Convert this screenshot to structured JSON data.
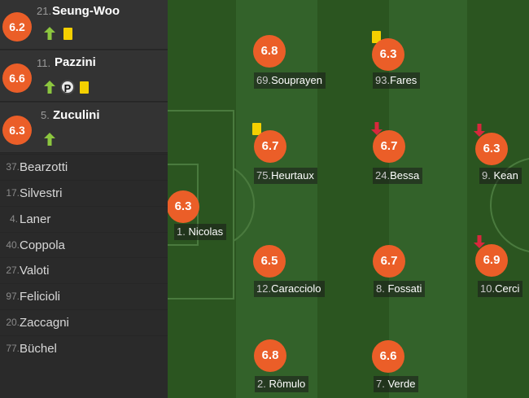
{
  "colors": {
    "rating": "#eb5e28",
    "pitch_dark": "#2b5520",
    "pitch_light": "#33622a",
    "panel": "#2a2a2a",
    "yellow_card": "#f4d000",
    "sub_in": "#8cc63f",
    "sub_out": "#d8283c"
  },
  "subs": [
    {
      "rating": "6.2",
      "number": "21.",
      "name": "Seung-Woo",
      "icons": [
        "sub-in-arrow",
        "yellow-card"
      ]
    },
    {
      "rating": "6.6",
      "number": "11.",
      "name": "Pazzini",
      "icons": [
        "sub-in-arrow",
        "penalty-badge",
        "yellow-card"
      ],
      "badge_letter": "P"
    },
    {
      "rating": "6.3",
      "number": "5.",
      "name": "Zuculini",
      "icons": [
        "sub-in-arrow"
      ]
    }
  ],
  "bench": [
    {
      "number": "37.",
      "name": "Bearzotti"
    },
    {
      "number": "17.",
      "name": "Silvestri"
    },
    {
      "number": "4.",
      "name": "Laner"
    },
    {
      "number": "40.",
      "name": "Coppola"
    },
    {
      "number": "27.",
      "name": "Valoti"
    },
    {
      "number": "97.",
      "name": "Felicioli"
    },
    {
      "number": "20.",
      "name": "Zaccagni"
    },
    {
      "number": "77.",
      "name": "Büchel"
    }
  ],
  "players": [
    {
      "id": "nicolas",
      "rating": "6.3",
      "number": "1.",
      "name": "Nicolas",
      "events": []
    },
    {
      "id": "souprayen",
      "rating": "6.8",
      "number": "69.",
      "name": "Souprayen",
      "events": []
    },
    {
      "id": "heurtaux",
      "rating": "6.7",
      "number": "75.",
      "name": "Heurtaux",
      "events": [
        "yellow-card"
      ]
    },
    {
      "id": "caracciolo",
      "rating": "6.5",
      "number": "12.",
      "name": "Caracciolo",
      "events": []
    },
    {
      "id": "romulo",
      "rating": "6.8",
      "number": "2.",
      "name": "Rômulo",
      "events": []
    },
    {
      "id": "fares",
      "rating": "6.3",
      "number": "93.",
      "name": "Fares",
      "events": [
        "yellow-card"
      ]
    },
    {
      "id": "bessa",
      "rating": "6.7",
      "number": "24.",
      "name": "Bessa",
      "events": [
        "sub-out-arrow"
      ]
    },
    {
      "id": "fossati",
      "rating": "6.7",
      "number": "8.",
      "name": "Fossati",
      "events": []
    },
    {
      "id": "verde",
      "rating": "6.6",
      "number": "7.",
      "name": "Verde",
      "events": []
    },
    {
      "id": "kean",
      "rating": "6.3",
      "number": "9.",
      "name": "Kean",
      "events": [
        "sub-out-arrow"
      ]
    },
    {
      "id": "cerci",
      "rating": "6.9",
      "number": "10.",
      "name": "Cerci",
      "events": [
        "sub-out-arrow"
      ]
    }
  ]
}
